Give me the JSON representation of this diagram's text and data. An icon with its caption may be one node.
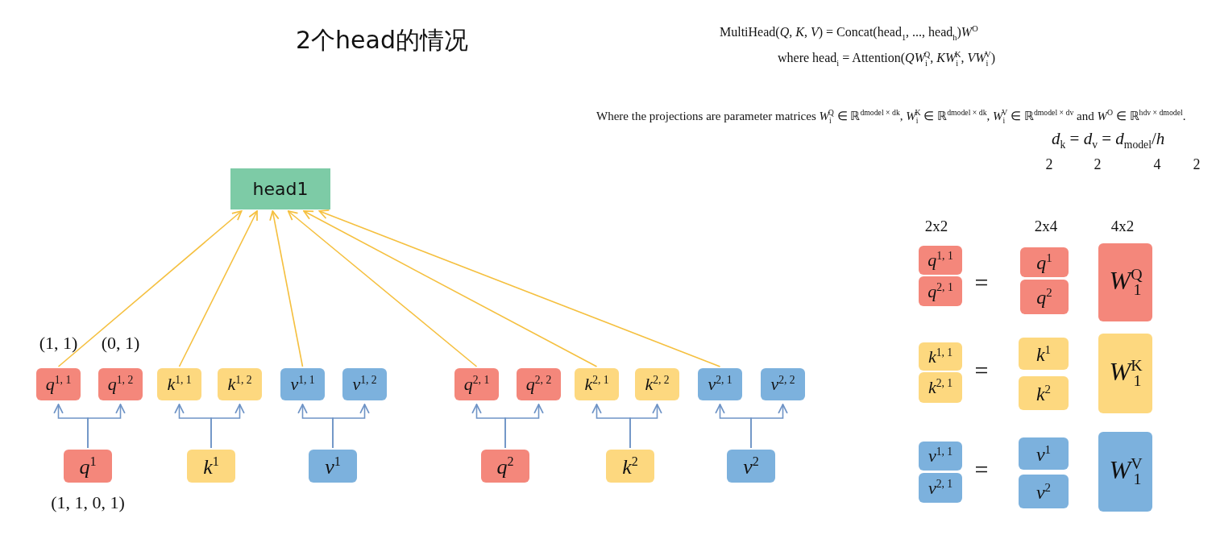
{
  "diagram": {
    "title": "2个head的情况",
    "nodes": [
      {
        "text": [
          "head1"
        ]
      },
      {
        "text": [
          "*q*$^{1, 1}$"
        ],
        "beside": [
          "(1, 1)"
        ]
      },
      {
        "text": [
          "*q*$^{1, 2}$"
        ],
        "beside": [
          "(0, 1)"
        ]
      },
      {
        "text": [
          "*k*$^{1, 1}$"
        ]
      },
      {
        "text": [
          "*k*$^{1, 2}$"
        ]
      },
      {
        "text": [
          "*v*$^{1, 1}$"
        ]
      },
      {
        "text": [
          "*v*$^{1, 2}$"
        ]
      },
      {
        "text": [
          "*q*$^{2, 1}$"
        ]
      },
      {
        "text": [
          "*q*$^{2, 2}$"
        ]
      },
      {
        "text": [
          "*k*$^{2, 1}$"
        ]
      },
      {
        "text": [
          "*k*$^{2, 2}$"
        ]
      },
      {
        "text": [
          "*v*$^{2, 1}$"
        ]
      },
      {
        "text": [
          "*v*$^{2, 2}$"
        ]
      },
      {
        "text": [
          "*q*$^{1}$"
        ],
        "beside": [
          "(1, 1, 0, 1)"
        ]
      },
      {
        "text": [
          "*k*$^{1}$"
        ]
      },
      {
        "text": [
          "*v*$^{1}$"
        ]
      },
      {
        "text": [
          "*q*$^{2}$"
        ]
      },
      {
        "text": [
          "*k*$^{2}$"
        ]
      },
      {
        "text": [
          "*v*$^{2}$"
        ]
      },
      {
        "text": [
          "*q*$^{1, 1}$"
        ]
      },
      {
        "text": [
          "*q*$^{2, 1}$"
        ]
      },
      {
        "text": [
          "*q*$^{1}$"
        ]
      },
      {
        "text": [
          "*q*$^{2}$"
        ]
      },
      {
        "text": [
          "*W*$^{Q}$$_{1}$"
        ]
      },
      {
        "text": [
          "*k*$^{1, 1}$"
        ]
      },
      {
        "text": [
          "*k*$^{2, 1}$"
        ]
      },
      {
        "text": [
          "*k*$^{1}$"
        ]
      },
      {
        "text": [
          "*k*$^{2}$"
        ]
      },
      {
        "text": [
          "*W*$^{K}$$_{1}$"
        ]
      },
      {
        "text": [
          "*v*$^{1, 1}$"
        ]
      },
      {
        "text": [
          "*v*$^{2, 1}$"
        ]
      },
      {
        "text": [
          "*v*$^{1}$"
        ]
      },
      {
        "text": [
          "*v*$^{2}$"
        ]
      },
      {
        "text": [
          "*W*$^{V}$$_{1}$"
        ]
      }
    ],
    "edges": [
      {
        "from": 1,
        "to": 0,
        "arrow": "to",
        "color": "#f5c040"
      },
      {
        "from": 3,
        "to": 0,
        "arrow": "to",
        "color": "#f5c040"
      },
      {
        "from": 5,
        "to": 0,
        "arrow": "to",
        "color": "#f5c040"
      },
      {
        "from": 7,
        "to": 0,
        "arrow": "to",
        "color": "#f5c040"
      },
      {
        "from": 9,
        "to": 0,
        "arrow": "to",
        "color": "#f5c040"
      },
      {
        "from": 11,
        "to": 0,
        "arrow": "to",
        "color": "#f5c040"
      },
      {
        "from": 13,
        "to": 1,
        "arrow": "to"
      },
      {
        "from": 13,
        "to": 2,
        "arrow": "to"
      },
      {
        "from": 14,
        "to": 3,
        "arrow": "to"
      },
      {
        "from": 14,
        "to": 4,
        "arrow": "to"
      },
      {
        "from": 15,
        "to": 5,
        "arrow": "to"
      },
      {
        "from": 15,
        "to": 6,
        "arrow": "to"
      },
      {
        "from": 16,
        "to": 7,
        "arrow": "to"
      },
      {
        "from": 16,
        "to": 8,
        "arrow": "to"
      },
      {
        "from": 17,
        "to": 9,
        "arrow": "to"
      },
      {
        "from": 17,
        "to": 10,
        "arrow": "to"
      },
      {
        "from": 18,
        "to": 11,
        "arrow": "to"
      },
      {
        "from": 18,
        "to": 12,
        "arrow": "to"
      }
    ],
    "labels": [
      "MultiHead(*Q*, *K*, *V*) = Concat(head$_{1}$, ..., head$_{h}$)*W*$^{O}$",
      "where head$_{i}$ = Attention(*QW*$_{i}$$^{Q}$, *KW*$_{i}$$^{K}$, *VW*$_{i}$$^{V}$)",
      "Where the projections are parameter matrices *W*$_{i}$$^{Q}$ ∈ ℝ$^{dmodel × dk}$, *W*$_{i}$$^{K}$ ∈ ℝ$^{dmodel × dk}$, *W*$_{i}$$^{V}$ ∈ ℝ$^{dmodel × dv}$ and *W*$^{O}$ ∈ ℝ$^{hdv × dmodel}$.",
      "*d*$_{k}$ = *d*$_{v}$ = *d*$_{model}$/*h*",
      "2",
      "2",
      "4",
      "2",
      "2x2",
      "2x4",
      "4x2",
      "=",
      "=",
      "="
    ]
  }
}
